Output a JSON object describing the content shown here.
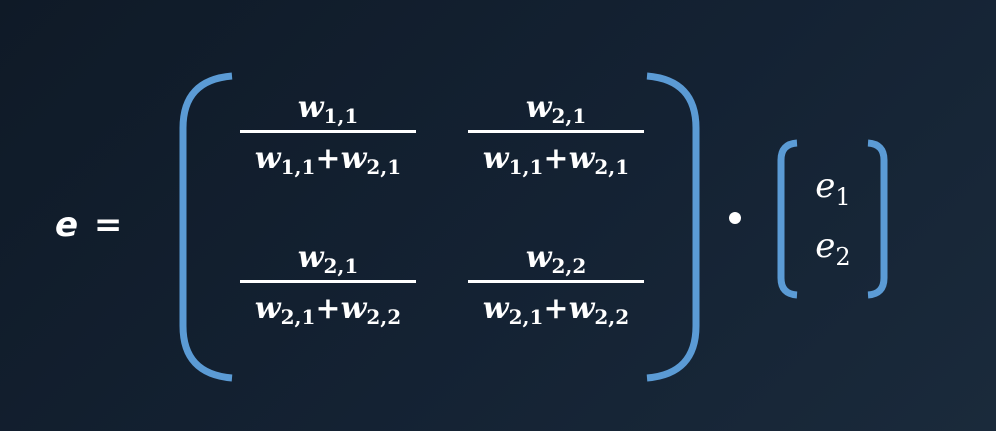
{
  "equation": {
    "lhs": "e =",
    "operator": "·",
    "bracket_color": "#5b9bd5",
    "matrix": [
      [
        {
          "num": "w",
          "num_sub": "1,1",
          "den_a": "w",
          "den_a_sub": "1,1",
          "den_op": "+",
          "den_b": "w",
          "den_b_sub": "2,1"
        },
        {
          "num": "w",
          "num_sub": "2,1",
          "den_a": "w",
          "den_a_sub": "1,1",
          "den_op": "+",
          "den_b": "w",
          "den_b_sub": "2,1"
        }
      ],
      [
        {
          "num": "w",
          "num_sub": "2,1",
          "den_a": "w",
          "den_a_sub": "2,1",
          "den_op": "+",
          "den_b": "w",
          "den_b_sub": "2,2"
        },
        {
          "num": "w",
          "num_sub": "2,2",
          "den_a": "w",
          "den_a_sub": "2,1",
          "den_op": "+",
          "den_b": "w",
          "den_b_sub": "2,2"
        }
      ]
    ],
    "vector": [
      {
        "sym": "e",
        "sub": "1"
      },
      {
        "sym": "e",
        "sub": "2"
      }
    ]
  }
}
